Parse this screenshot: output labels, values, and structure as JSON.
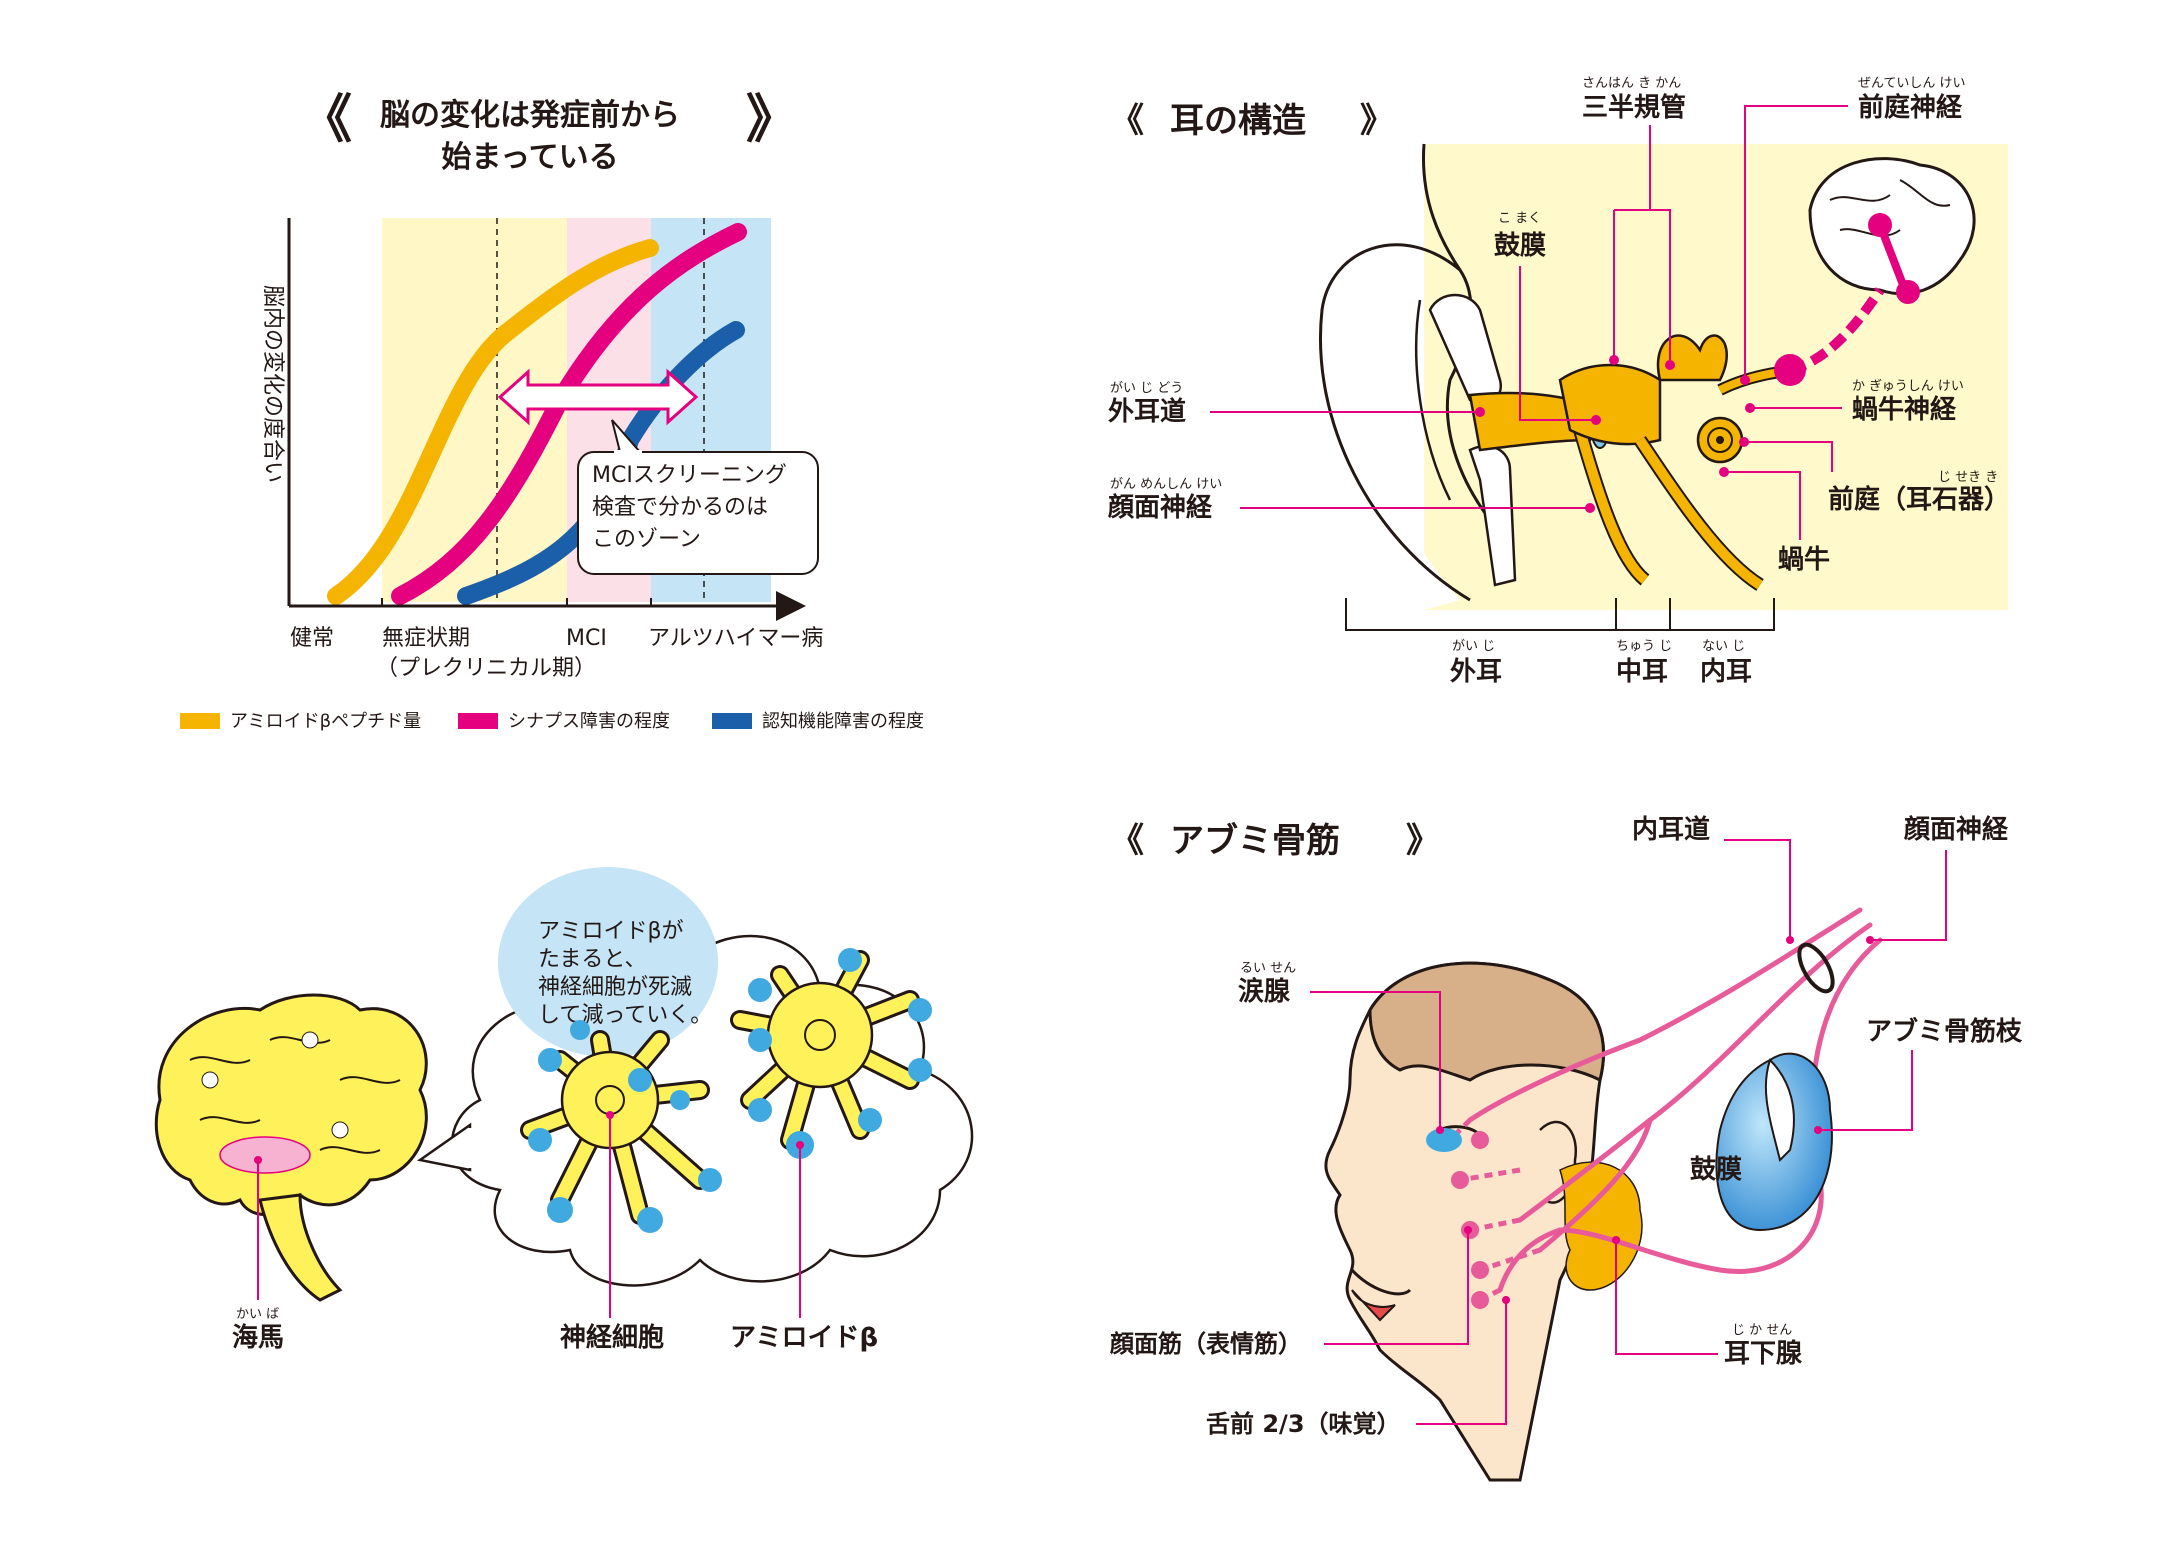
{
  "p1": {
    "title_line1": "脳の変化は発症前から",
    "title_line2": "始まっている",
    "bracket_left": "《",
    "bracket_right": "》",
    "ylabel": "脳内の変化の度合い",
    "x_ticks": [
      "健常",
      "無症状期",
      "（プレクリニカル期）",
      "MCI",
      "アルツハイマー病"
    ],
    "callout": [
      "MCIスクリーニング",
      "検査で分かるのは",
      "このゾーン"
    ],
    "legend": [
      "アミロイドβペプチド量",
      "シナプス障害の程度",
      "認知機能障害の程度"
    ],
    "colors": {
      "amyloid": "#F4B400",
      "synapse": "#E4007F",
      "cognitive": "#1B5FAA",
      "zone_yellow": "#FFF7C6",
      "zone_pink": "#FBDDEB",
      "zone_blue": "#C5E4F6"
    }
  },
  "p2": {
    "title": "耳の構造",
    "bracket_left": "《",
    "bracket_right": "》",
    "labels": {
      "sanhan": "三半規管",
      "sanhan_ruby": "さんはん き かん",
      "zentei_shinkei": "前庭神経",
      "zentei_shinkei_ruby": "ぜんていしん けい",
      "komaku": "鼓膜",
      "komaku_ruby": "こ まく",
      "gaijidou": "外耳道",
      "gaijidou_ruby": "がい じ どう",
      "kagyu_shinkei": "蝸牛神経",
      "kagyu_shinkei_ruby": "か ぎゅうしん けい",
      "ganmen_shinkei": "顔面神経",
      "ganmen_shinkei_ruby": "がん めんしん けい",
      "zentei": "前庭（耳石器）",
      "zentei_ruby": "じ せき き",
      "kagyu": "蝸牛",
      "gaiji": "外耳",
      "gaiji_ruby": "がい じ",
      "chuuji": "中耳",
      "chuuji_ruby": "ちゅう じ",
      "naiji": "内耳",
      "naiji_ruby": "ない じ"
    }
  },
  "p3": {
    "bubble": [
      "アミロイドβが",
      "たまると、",
      "神経細胞が死滅",
      "して減っていく。"
    ],
    "kaiba": "海馬",
    "kaiba_ruby": "かい ば",
    "shinkei_saibou": "神経細胞",
    "amyloid": "アミロイドβ"
  },
  "p4": {
    "title": "アブミ骨筋",
    "bracket_left": "《",
    "bracket_right": "》",
    "labels": {
      "naijidou": "内耳道",
      "ganmen_shinkei": "顔面神経",
      "ruisen": "涙腺",
      "ruisen_ruby": "るい せん",
      "abumi_shi": "アブミ骨筋枝",
      "komaku": "鼓膜",
      "ganmenkin": "顔面筋（表情筋）",
      "jikasen": "耳下腺",
      "jikasen_ruby": "じ か せん",
      "shita": "舌前 2/3（味覚）"
    }
  }
}
